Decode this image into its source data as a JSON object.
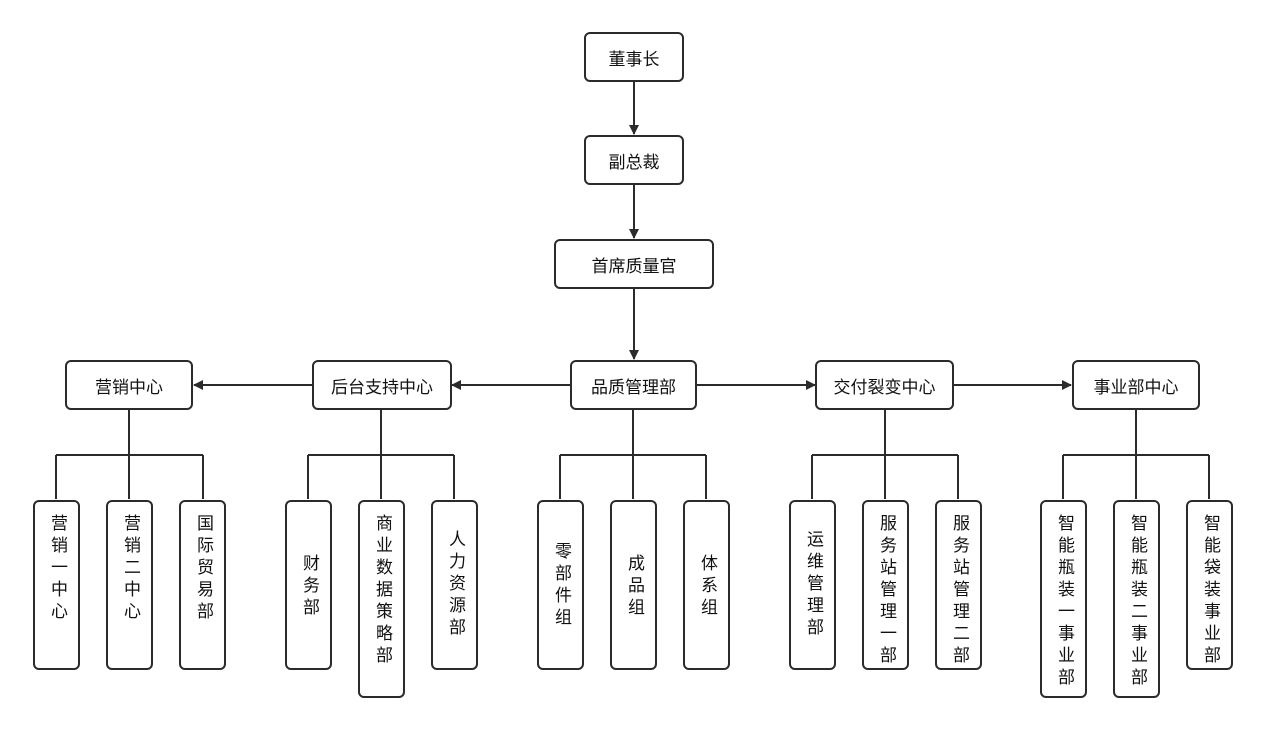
{
  "chairman": "董事长",
  "vice_president": "副总裁",
  "cqo": "首席质量官",
  "centers": {
    "marketing": "营销中心",
    "backoffice": "后台支持中心",
    "quality": "品质管理部",
    "delivery": "交付裂变中心",
    "business": "事业部中心"
  },
  "marketing_sub": [
    "营销一中心",
    "营销二中心",
    "国际贸易部"
  ],
  "backoffice_sub": [
    "财务部",
    "商业数据策略部",
    "人力资源部"
  ],
  "quality_sub": [
    "零部件组",
    "成品组",
    "体系组"
  ],
  "delivery_sub": [
    "运维管理部",
    "服务站管理一部",
    "服务站管理二部"
  ],
  "business_sub": [
    "智能瓶装一事业部",
    "智能瓶装二事业部",
    "智能袋装事业部"
  ]
}
